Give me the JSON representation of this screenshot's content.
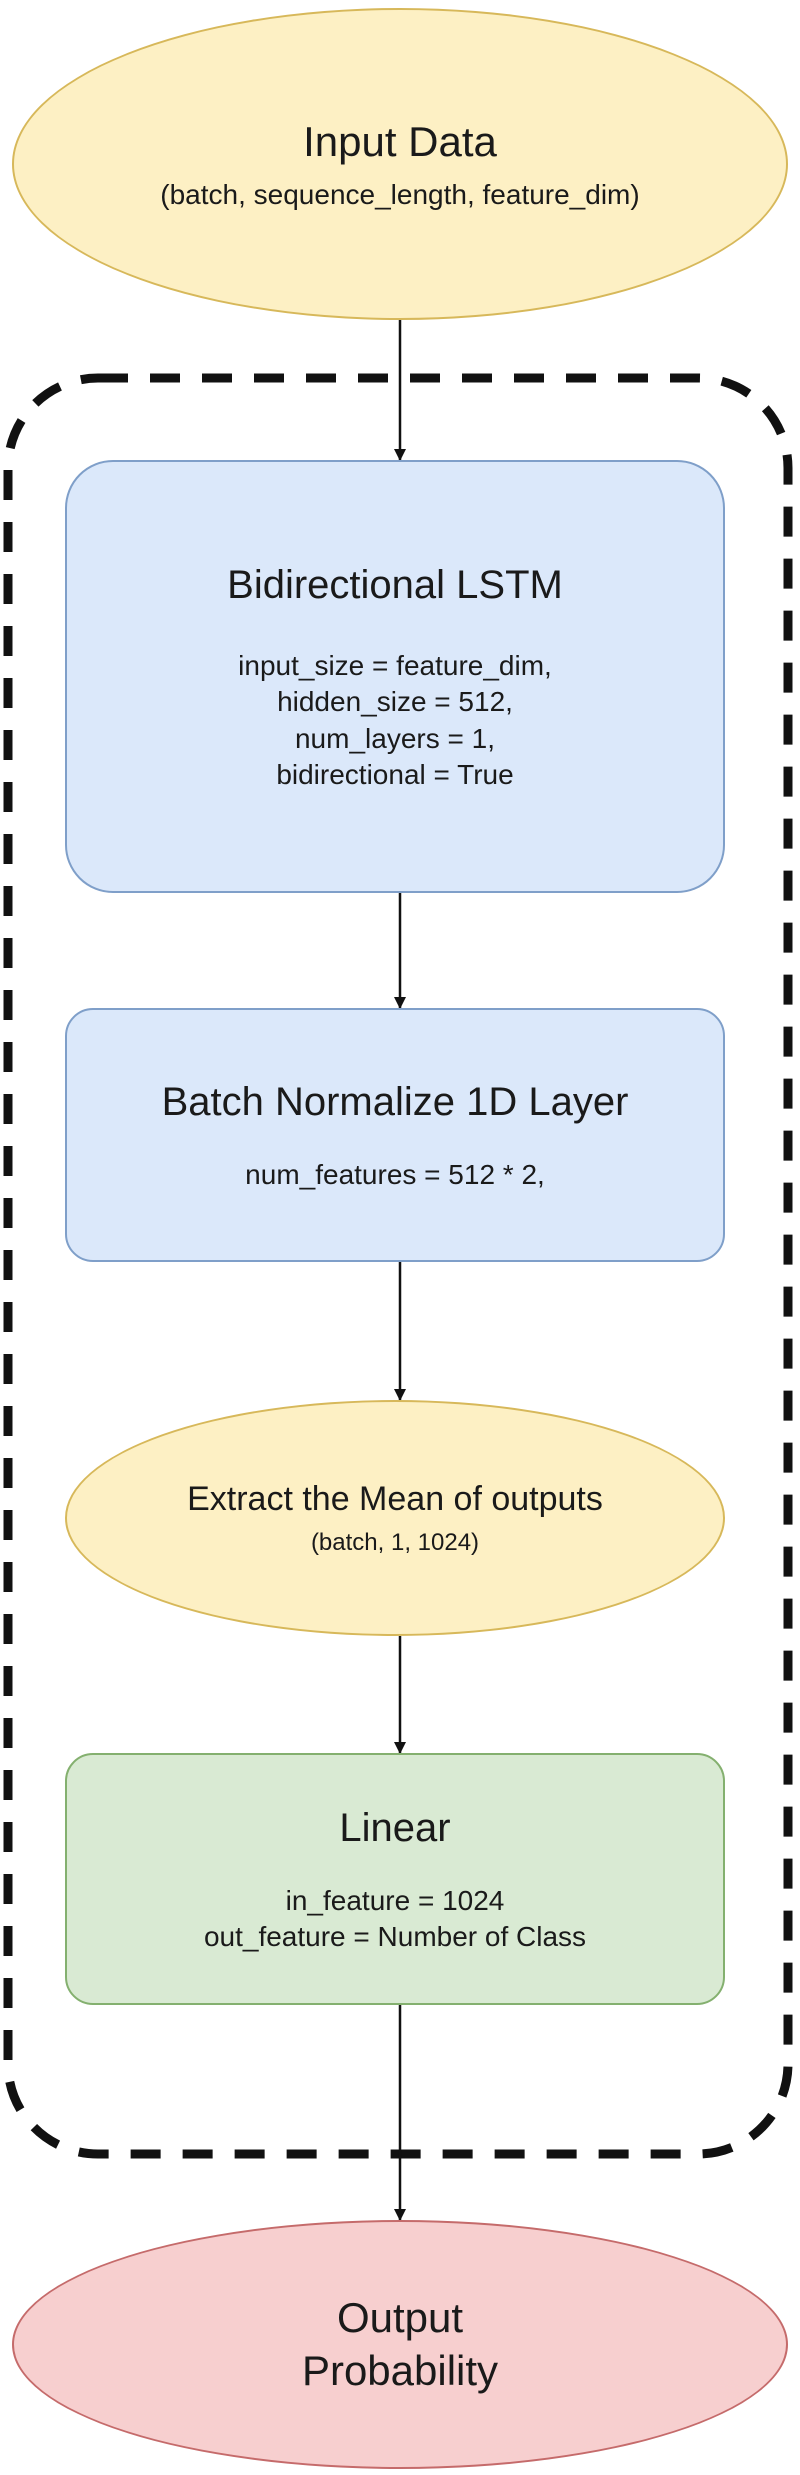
{
  "input_node": {
    "title": "Input Data",
    "subtitle": "(batch, sequence_length, feature_dim)"
  },
  "lstm_node": {
    "title": "Bidirectional LSTM",
    "params": [
      "input_size = feature_dim,",
      "hidden_size = 512,",
      "num_layers = 1,",
      "bidirectional = True"
    ]
  },
  "batchnorm_node": {
    "title": "Batch Normalize 1D Layer",
    "params": [
      "num_features = 512 * 2,"
    ]
  },
  "mean_node": {
    "title": "Extract the Mean of outputs",
    "subtitle": "(batch, 1, 1024)"
  },
  "linear_node": {
    "title": "Linear",
    "params": [
      "in_feature = 1024",
      "out_feature = Number of Class"
    ]
  },
  "output_node": {
    "title_line1": "Output",
    "title_line2": "Probability"
  },
  "colors": {
    "input_fill": "#fdf0c4",
    "lstm_fill": "#dbe8fa",
    "linear_fill": "#d9ead3",
    "output_fill": "#f7cfcf",
    "container_border": "#111111"
  }
}
